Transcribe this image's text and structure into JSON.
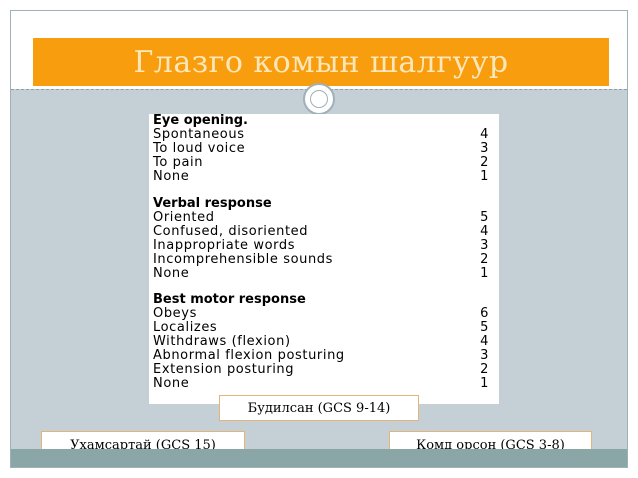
{
  "slide": {
    "title": "Глазго комын шалгуур"
  },
  "gcs_table": {
    "sections": [
      {
        "heading": "Eye opening.",
        "rows": [
          {
            "label": "Spontaneous",
            "score": "4"
          },
          {
            "label": "To loud voice",
            "score": "3"
          },
          {
            "label": "To pain",
            "score": "2"
          },
          {
            "label": "None",
            "score": "1"
          }
        ]
      },
      {
        "heading": "Verbal response",
        "rows": [
          {
            "label": "Oriented",
            "score": "5"
          },
          {
            "label": "Confused, disoriented",
            "score": "4"
          },
          {
            "label": "Inappropriate words",
            "score": "3"
          },
          {
            "label": "Incomprehensible sounds",
            "score": "2"
          },
          {
            "label": "None",
            "score": "1"
          }
        ]
      },
      {
        "heading": "Best motor response",
        "rows": [
          {
            "label": "Obeys",
            "score": "6"
          },
          {
            "label": "Localizes",
            "score": "5"
          },
          {
            "label": "Withdraws (flexion)",
            "score": "4"
          },
          {
            "label": "Abnormal flexion posturing",
            "score": "3"
          },
          {
            "label": "Extension posturing",
            "score": "2"
          },
          {
            "label": "None",
            "score": "1"
          }
        ]
      }
    ]
  },
  "labels": {
    "aroused": "Будилсан (GCS 9-14)",
    "conscious": "Ухамсартай (GCS 15)",
    "coma": "Комд орсон (GCS 3-8)"
  },
  "colors": {
    "title_bar": "#f79d0e",
    "title_text": "#fde7b9",
    "slide_background": "#c5d0d6",
    "bottom_strip": "#8aa6a6",
    "label_border": "#e2b47a"
  }
}
